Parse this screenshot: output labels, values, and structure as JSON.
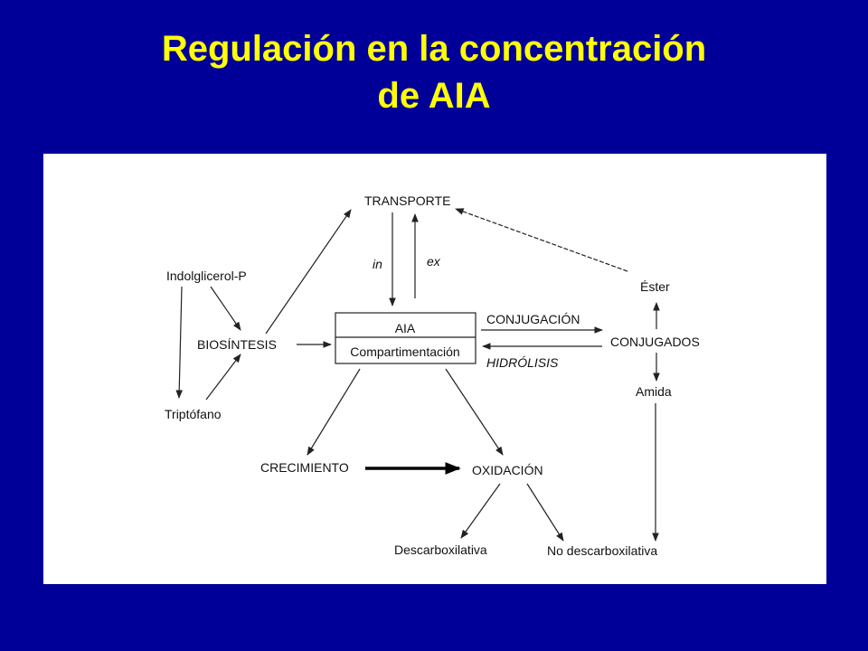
{
  "slide": {
    "title_line1": "Regulación en la concentración",
    "title_line2": "de AIA",
    "title_color": "#ffff00",
    "background_color": "#000099"
  },
  "diagram": {
    "nodes": {
      "transporte": "TRANSPORTE",
      "in": "in",
      "ex": "ex",
      "indolglicerol": "Indolglicerol-P",
      "biosintesis": "BIOSÍNTESIS",
      "triptofano": "Triptófano",
      "aia": "AIA",
      "compartimentacion": "Compartimentación",
      "conjugacion": "CONJUGACIÓN",
      "hidrolisis": "HIDRÓLISIS",
      "conjugados": "CONJUGADOS",
      "ester": "Éster",
      "amida": "Amida",
      "crecimiento": "CRECIMIENTO",
      "oxidacion": "OXIDACIÓN",
      "descarboxilativa": "Descarboxilativa",
      "no_descarboxilativa": "No descarboxilativa"
    }
  }
}
